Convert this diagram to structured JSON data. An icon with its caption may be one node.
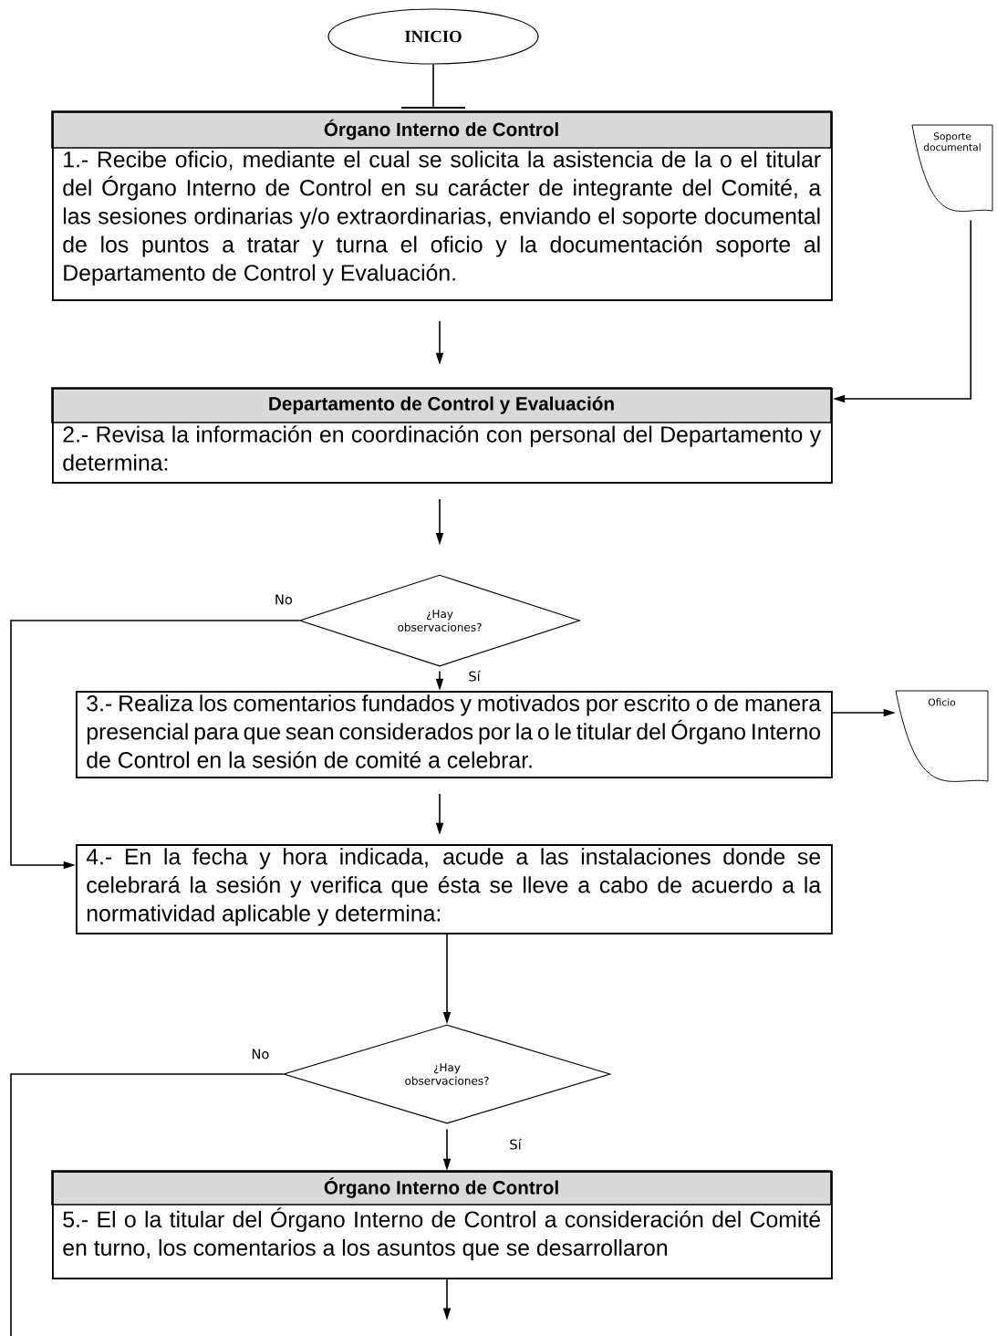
{
  "diagram": {
    "nodes": [
      {
        "text": [
          "INICIO"
        ]
      },
      {
        "text": [
          "Órgano Interno de Control",
          "1.- Recibe oficio, mediante el cual se solicita la asistencia de la o el titular del Órgano Interno de Control en su carácter de integrante del Comité, a las sesiones ordinarias y/o extraordinarias, enviando el soporte documental de los puntos a tratar y turna el oficio y la documentación soporte al Departamento de Control y Evaluación."
        ]
      },
      {
        "text": [
          "Soporte documental"
        ]
      },
      {
        "text": [
          "Departamento de Control y Evaluación",
          "2.- Revisa la información en coordinación con personal del Departamento y determina:"
        ]
      },
      {
        "text": [
          "¿Hay observaciones?"
        ]
      },
      {
        "text": [
          "3.- Realiza los comentarios fundados y motivados por escrito o de manera presencial para que sean considerados por la o le titular del Órgano Interno de Control en la sesión de comité a celebrar."
        ]
      },
      {
        "text": [
          "Oficio"
        ]
      },
      {
        "text": [
          "4.- En la fecha y hora indicada, acude a las instalaciones donde se celebrará la sesión y verifica que ésta se lleve a cabo de acuerdo a la normatividad aplicable y determina:"
        ]
      },
      {
        "text": [
          "¿Hay observaciones?"
        ]
      },
      {
        "text": [
          "Órgano Interno de Control",
          "5.- El o la titular del Órgano Interno de Control a consideración del Comité en turno, los comentarios a los asuntos que se desarrollaron"
        ]
      }
    ],
    "edges": [
      {
        "from": 0,
        "to": 1,
        "arrow": "none"
      },
      {
        "from": 1,
        "to": 3,
        "arrow": "to"
      },
      {
        "from": 2,
        "to": 3,
        "arrow": "to"
      },
      {
        "from": 3,
        "to": 4,
        "arrow": "to"
      },
      {
        "from": 4,
        "to": 5,
        "arrow": "to",
        "label": "Sí"
      },
      {
        "from": 4,
        "to": 7,
        "arrow": "to",
        "label": "No"
      },
      {
        "from": 5,
        "to": 6,
        "arrow": "to"
      },
      {
        "from": 5,
        "to": 7,
        "arrow": "to"
      },
      {
        "from": 7,
        "to": 8,
        "arrow": "to"
      },
      {
        "from": 8,
        "to": 9,
        "arrow": "to",
        "label": "Sí"
      },
      {
        "from": 8,
        "to": null,
        "arrow": "none",
        "label": "No"
      },
      {
        "from": 9,
        "to": null,
        "arrow": "to"
      }
    ]
  }
}
